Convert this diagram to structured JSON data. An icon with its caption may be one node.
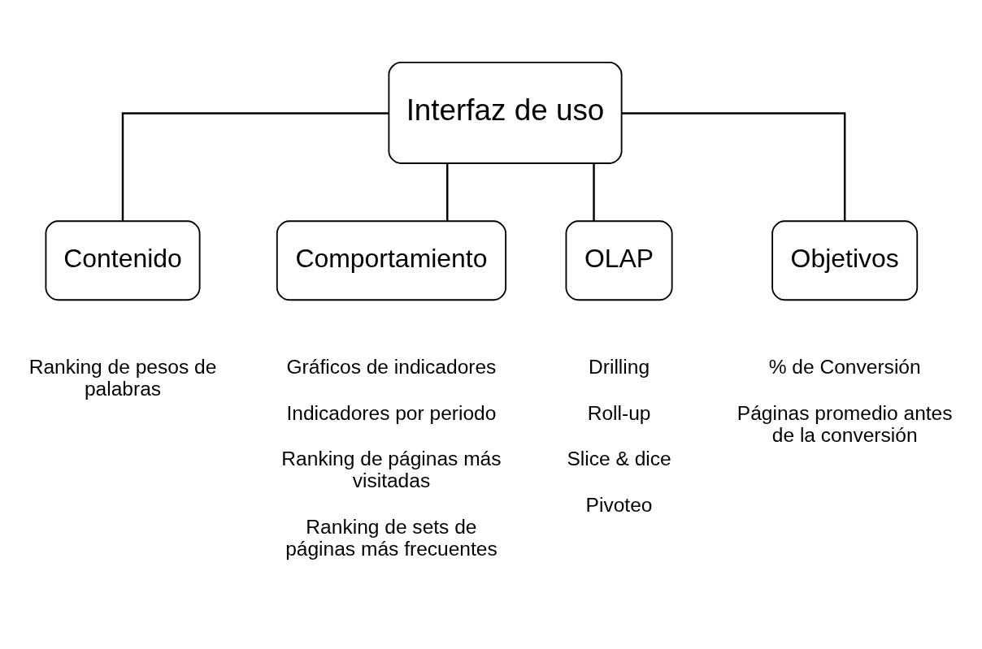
{
  "diagram": {
    "nodes": [
      {
        "text": [
          "Interfaz de uso"
        ]
      },
      {
        "text": [
          "Contenido"
        ],
        "beside": [
          "Ranking de pesos de palabras"
        ]
      },
      {
        "text": [
          "Comportamiento"
        ],
        "beside": [
          "Gráficos de indicadores",
          "Indicadores por periodo",
          "Ranking de páginas más visitadas",
          "Ranking de sets de páginas más frecuentes"
        ]
      },
      {
        "text": [
          "OLAP"
        ],
        "beside": [
          "Drilling",
          "Roll-up",
          "Slice & dice",
          "Pivoteo"
        ]
      },
      {
        "text": [
          "Objetivos"
        ],
        "beside": [
          "% de Conversión",
          "Páginas promedio antes de la conversión"
        ]
      }
    ],
    "edges": [
      {
        "from": 0,
        "to": 1,
        "arrow": "none"
      },
      {
        "from": 0,
        "to": 2,
        "arrow": "none"
      },
      {
        "from": 0,
        "to": 3,
        "arrow": "none"
      },
      {
        "from": 0,
        "to": 4,
        "arrow": "none"
      }
    ]
  }
}
